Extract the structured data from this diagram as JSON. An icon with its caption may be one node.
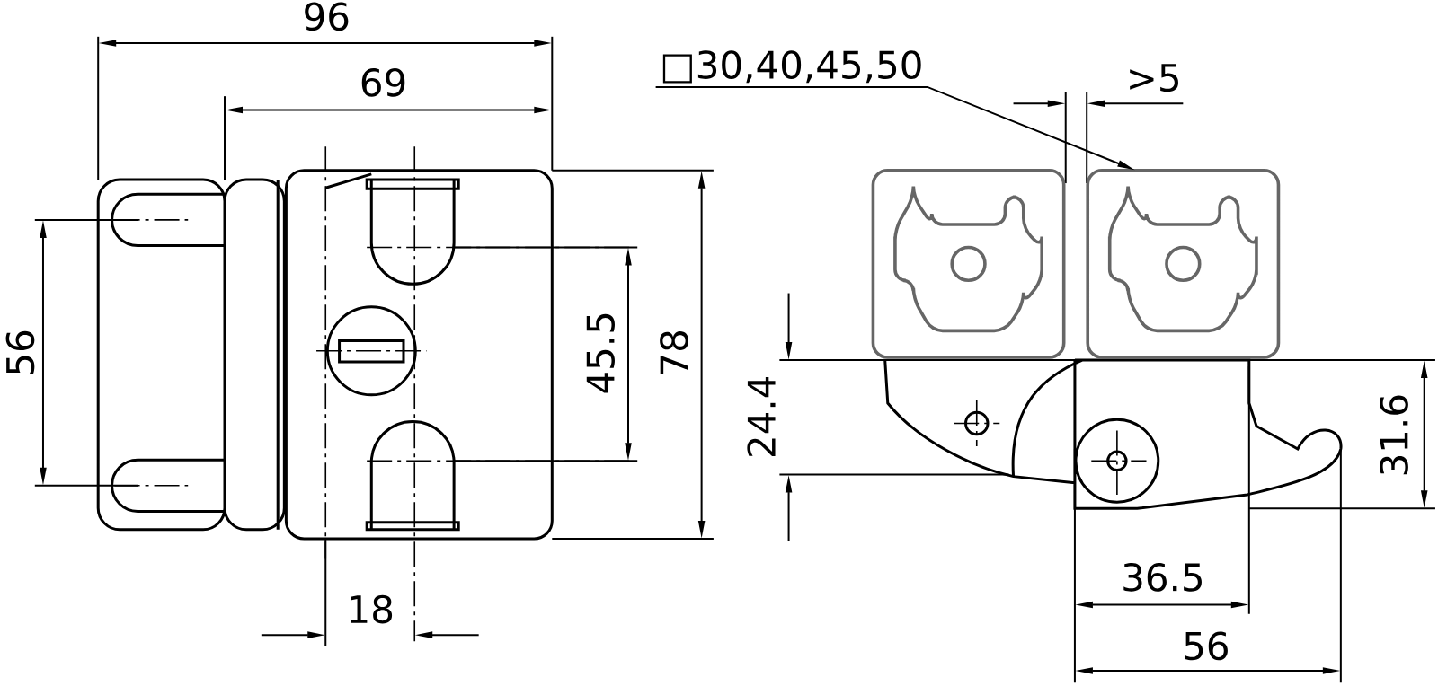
{
  "diagram": {
    "nodes": [
      {
        "text": [
          "□30,40,45,50"
        ]
      },
      {
        "text": [],
        "shape": "picture"
      }
    ],
    "edges": [
      {
        "from": 0,
        "to": 1,
        "arrow": "to"
      }
    ],
    "labels": [
      "96",
      "69",
      "56",
      "45.5",
      "78",
      "18",
      ">5",
      "24.4",
      "31.6",
      "36.5",
      "56"
    ]
  }
}
